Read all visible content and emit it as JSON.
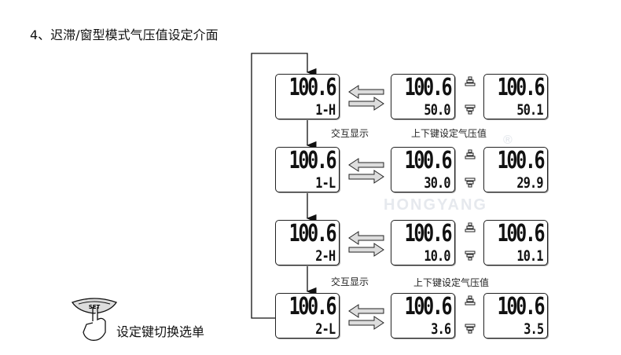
{
  "title": "4、迟滞/窗型模式气压值设定介面",
  "watermark": {
    "brand": "HONGYANG",
    "mark": "®"
  },
  "rows": [
    {
      "main": {
        "top": "100.6",
        "bottom": "1-H"
      },
      "setting": {
        "top": "100.6",
        "bottom": "50.0"
      },
      "adjusted": {
        "top": "100.6",
        "bottom": "50.1"
      }
    },
    {
      "main": {
        "top": "100.6",
        "bottom": "1-L"
      },
      "setting": {
        "top": "100.6",
        "bottom": "30.0"
      },
      "adjusted": {
        "top": "100.6",
        "bottom": "29.9"
      }
    },
    {
      "main": {
        "top": "100.6",
        "bottom": "2-H"
      },
      "setting": {
        "top": "100.6",
        "bottom": "10.0"
      },
      "adjusted": {
        "top": "100.6",
        "bottom": "10.1"
      }
    },
    {
      "main": {
        "top": "100.6",
        "bottom": "2-L"
      },
      "setting": {
        "top": "100.6",
        "bottom": "3.6"
      },
      "adjusted": {
        "top": "100.6",
        "bottom": "3.5"
      }
    }
  ],
  "labels": {
    "interactive": "交互显示",
    "updown": "上下键设定气压值"
  },
  "set_button": {
    "key_text": "SET",
    "label": "设定键切换选单"
  },
  "icons": [
    "up-key-icon",
    "down-key-icon",
    "double-arrow-icon",
    "hand-press-icon"
  ]
}
